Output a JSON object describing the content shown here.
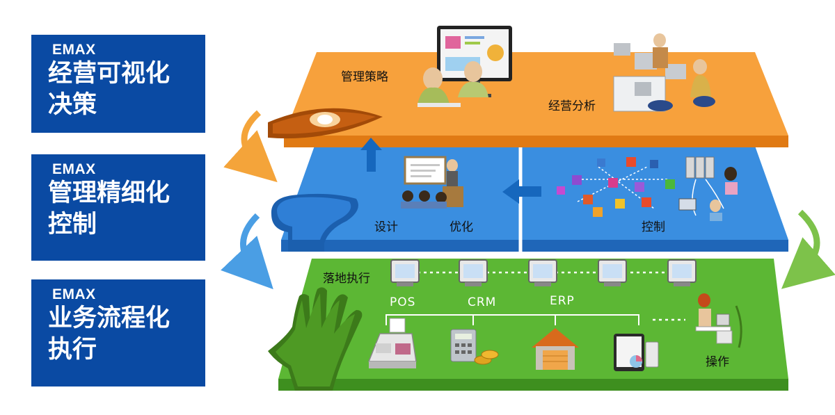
{
  "side_boxes": [
    {
      "brand": "EMAX",
      "line1": "经营可视化",
      "line2": "决策"
    },
    {
      "brand": "EMAX",
      "line1": "管理精细化",
      "line2": "控制"
    },
    {
      "brand": "EMAX",
      "line1": "业务流程化",
      "line2": "执行"
    }
  ],
  "top_layer": {
    "strategy": "管理策略",
    "analysis": "经营分析"
  },
  "middle_layer": {
    "design": "设计",
    "optimize": "优化",
    "control": "控制"
  },
  "bottom_layer": {
    "execution": "落地执行",
    "systems": [
      "POS",
      "CRM",
      "ERP"
    ],
    "operation": "操作"
  },
  "colors": {
    "side_box": "#0a4aa3",
    "top_layer": "#f7a13c",
    "middle_layer": "#3a8ee0",
    "bottom_layer": "#5cb734",
    "loop_orange": "#f4a43a",
    "loop_blue": "#4a9ee4",
    "loop_green": "#7dc24a"
  }
}
